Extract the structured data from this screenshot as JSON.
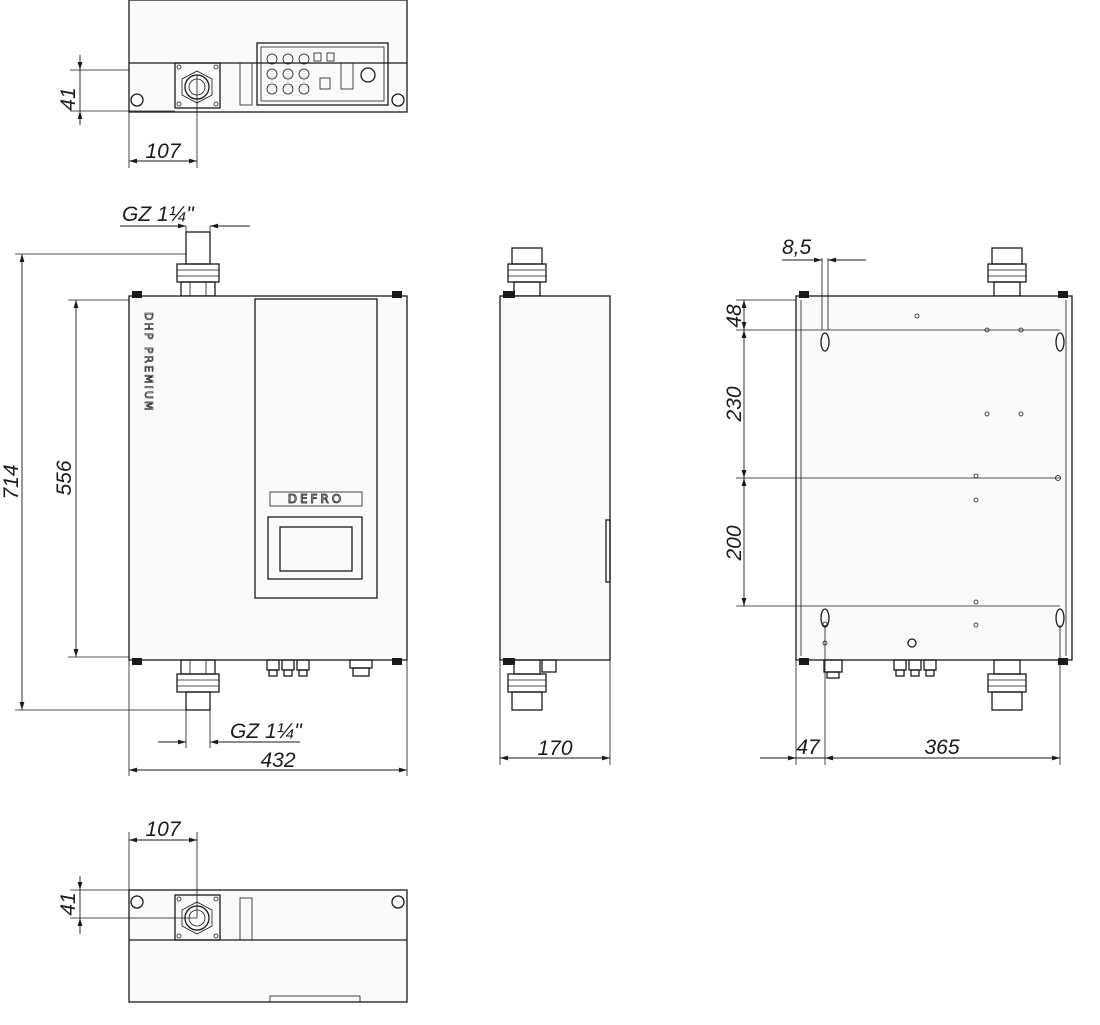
{
  "brand": "DEFRO",
  "model": "DHP PREMIUM",
  "dims": {
    "top_offset_41": "41",
    "top_offset_107": "107",
    "thread_top": "GZ 1¼\"",
    "height_714": "714",
    "height_556": "556",
    "thread_bottom": "GZ 1¼\"",
    "width_432": "432",
    "depth_170": "170",
    "back_8_5": "8,5",
    "back_48": "48",
    "back_230": "230",
    "back_200": "200",
    "back_47": "47",
    "back_365": "365",
    "bottom_offset_107": "107",
    "bottom_offset_41": "41"
  }
}
